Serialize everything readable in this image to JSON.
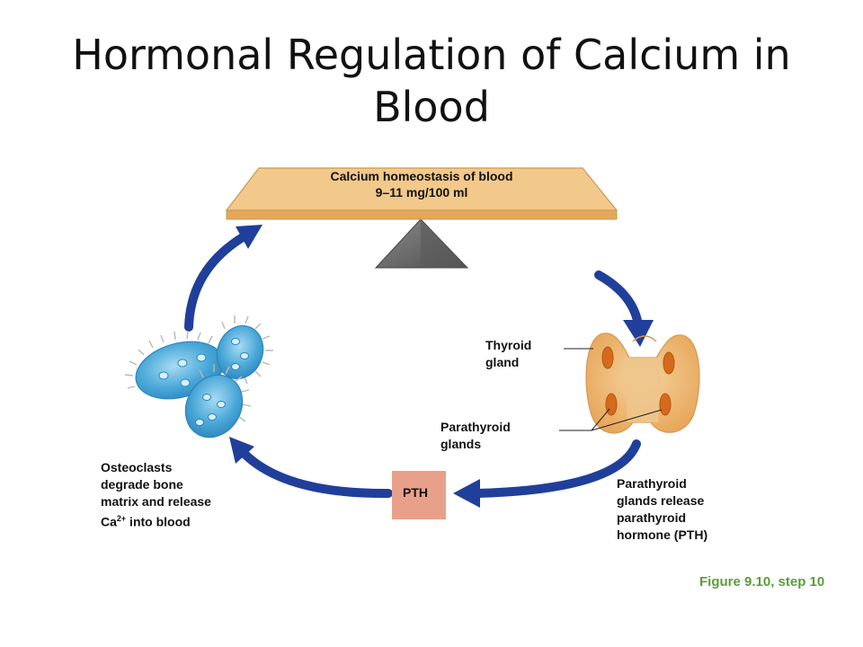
{
  "title": {
    "line1": "Hormonal Regulation of Calcium in",
    "line2": "Blood"
  },
  "balance": {
    "line1": "Calcium homeostasis of blood",
    "line2": "9–11 mg/100 ml"
  },
  "labels": {
    "thyroid_line1": "Thyroid",
    "thyroid_line2": "gland",
    "parathyroid_line1": "Parathyroid",
    "parathyroid_line2": "glands",
    "release_line1": "Parathyroid",
    "release_line2": "glands release",
    "release_line3": "parathyroid",
    "release_line4": "hormone (PTH)",
    "osteo_line1": "Osteoclasts",
    "osteo_line2": "degrade bone",
    "osteo_line3": "matrix and release",
    "osteo_line4_pre": "Ca",
    "osteo_line4_sup": "2+",
    "osteo_line4_post": " into blood"
  },
  "pth_box": "PTH",
  "figure_ref": "Figure 9.10, step 10",
  "colors": {
    "arrow": "#1f3f9a",
    "beam": "#f2c98a",
    "fulcrum": "#6b6b6b",
    "pth_box": "#e9a08a",
    "cells": "#4aa8d8",
    "thyroid": "#f0b96a",
    "figure_ref": "#5a9e3a"
  },
  "icons": [
    "cycle-arrow-icon",
    "osteoclast-cell-icon",
    "thyroid-gland-icon",
    "fulcrum-icon"
  ]
}
